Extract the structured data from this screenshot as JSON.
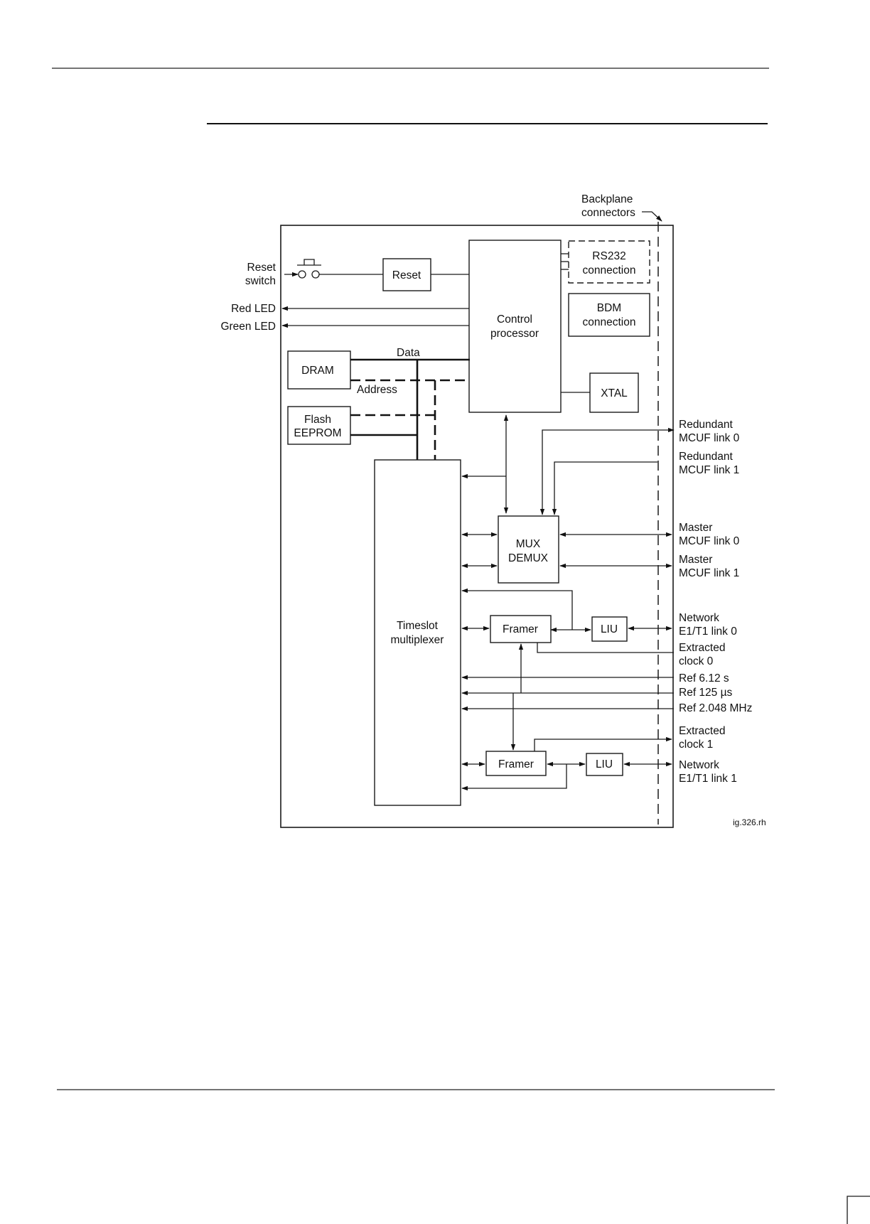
{
  "labels": {
    "backplane": [
      "Backplane",
      "connectors"
    ],
    "reset_switch": [
      "Reset",
      "switch"
    ],
    "red_led": "Red LED",
    "green_led": "Green LED",
    "reset": "Reset",
    "control_processor": [
      "Control",
      "processor"
    ],
    "rs232": [
      "RS232",
      "connection"
    ],
    "bdm": [
      "BDM",
      "connection"
    ],
    "dram": "DRAM",
    "data": "Data",
    "address": "Address",
    "flash": [
      "Flash",
      "EEPROM"
    ],
    "xtal": "XTAL",
    "timeslot": [
      "Timeslot",
      "multiplexer"
    ],
    "mux": [
      "MUX",
      "DEMUX"
    ],
    "framer0": "Framer",
    "liu0": "LIU",
    "framer1": "Framer",
    "liu1": "LIU",
    "redundant0": [
      "Redundant",
      "MCUF link 0"
    ],
    "redundant1": [
      "Redundant",
      "MCUF link 1"
    ],
    "master0": [
      "Master",
      "MCUF link 0"
    ],
    "master1": [
      "Master",
      "MCUF link 1"
    ],
    "network0": [
      "Network",
      "E1/T1 link 0"
    ],
    "extracted0": [
      "Extracted",
      "clock 0"
    ],
    "ref612": "Ref 6.12 s",
    "ref125": "Ref 125 µs",
    "ref2048": "Ref 2.048 MHz",
    "extracted1": [
      "Extracted",
      "clock 1"
    ],
    "network1": [
      "Network",
      "E1/T1 link 1"
    ],
    "fig_id": "ig.326.rh"
  }
}
